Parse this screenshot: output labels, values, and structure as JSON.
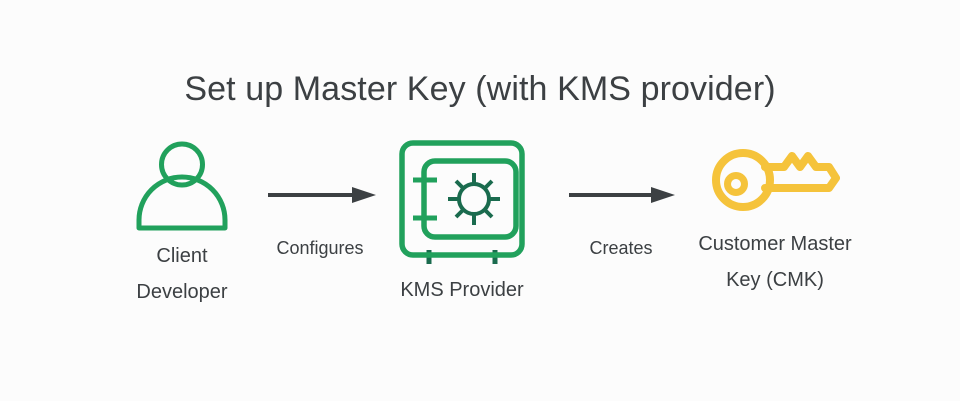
{
  "diagram": {
    "title": "Set up Master Key (with KMS provider)",
    "background_color": "#fcfcfc",
    "text_color": "#3c4043",
    "accent_green": "#21a15c",
    "accent_dark_green": "#1a6b4e",
    "accent_yellow": "#f5c33b",
    "arrow_color": "#3c4043",
    "nodes": [
      {
        "id": "client-developer",
        "icon": "person-icon",
        "label": "Client\nDeveloper",
        "color": "#21a15c"
      },
      {
        "id": "kms-provider",
        "icon": "safe-icon",
        "label": "KMS Provider",
        "color": "#21a15c"
      },
      {
        "id": "customer-master-key",
        "icon": "key-icon",
        "label": "Customer Master\nKey (CMK)",
        "color": "#f5c33b"
      }
    ],
    "edges": [
      {
        "id": "configures",
        "label": "Configures",
        "from": "client-developer",
        "to": "kms-provider",
        "icon": "arrow-right-icon"
      },
      {
        "id": "creates",
        "label": "Creates",
        "from": "kms-provider",
        "to": "customer-master-key",
        "icon": "arrow-right-icon"
      }
    ]
  }
}
